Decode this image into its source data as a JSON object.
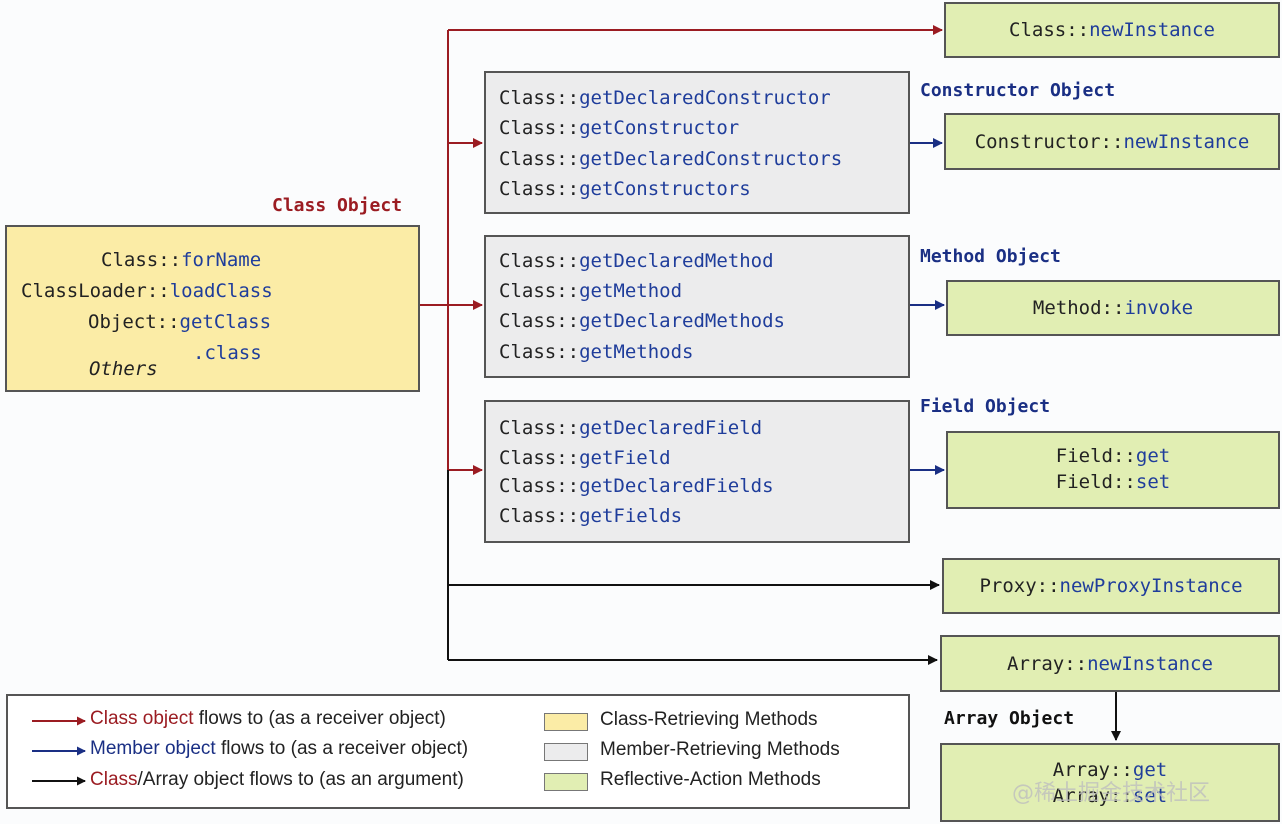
{
  "class_box": {
    "lines": [
      {
        "prefix": "Class::",
        "method": "forName"
      },
      {
        "prefix": "ClassLoader::",
        "method": "loadClass"
      },
      {
        "prefix": "Object::",
        "method": "getClass"
      },
      {
        "prefix": "",
        "method": ".class"
      }
    ],
    "others": "Others"
  },
  "labels": {
    "class_object": "Class Object",
    "constructor_object": "Constructor Object",
    "method_object": "Method Object",
    "field_object": "Field Object",
    "array_object": "Array Object"
  },
  "member_boxes": {
    "constructor": [
      {
        "prefix": "Class::",
        "method": "getDeclaredConstructor"
      },
      {
        "prefix": "Class::",
        "method": "getConstructor"
      },
      {
        "prefix": "Class::",
        "method": "getDeclaredConstructors"
      },
      {
        "prefix": "Class::",
        "method": "getConstructors"
      }
    ],
    "method": [
      {
        "prefix": "Class::",
        "method": "getDeclaredMethod"
      },
      {
        "prefix": "Class::",
        "method": "getMethod"
      },
      {
        "prefix": "Class::",
        "method": "getDeclaredMethods"
      },
      {
        "prefix": "Class::",
        "method": "getMethods"
      }
    ],
    "field": [
      {
        "prefix": "Class::",
        "method": "getDeclaredField"
      },
      {
        "prefix": "Class::",
        "method": "getField"
      },
      {
        "prefix": "Class::",
        "method": "getDeclaredFields"
      },
      {
        "prefix": "Class::",
        "method": "getFields"
      }
    ]
  },
  "action_boxes": {
    "class_new_instance": [
      {
        "prefix": "Class::",
        "method": "newInstance"
      }
    ],
    "constructor_new_instance": [
      {
        "prefix": "Constructor::",
        "method": "newInstance"
      }
    ],
    "method_invoke": [
      {
        "prefix": "Method::",
        "method": "invoke"
      }
    ],
    "field_get_set": [
      {
        "prefix": "Field::",
        "method": "get"
      },
      {
        "prefix": "Field::",
        "method": "set"
      }
    ],
    "proxy": [
      {
        "prefix": "Proxy::",
        "method": "newProxyInstance"
      }
    ],
    "array_new_instance": [
      {
        "prefix": "Array::",
        "method": "newInstance"
      }
    ],
    "array_get_set": [
      {
        "prefix": "Array::",
        "method": "get"
      },
      {
        "prefix": "Array::",
        "method": "set"
      }
    ]
  },
  "legend": {
    "arrows": [
      {
        "highlight": "Class object",
        "rest": " flows to (as a receiver object)",
        "color": "#9b1c22"
      },
      {
        "highlight": "Member object",
        "rest": " flows to (as a receiver object)",
        "color": "#1a2f84"
      },
      {
        "highlight": "Class",
        "mid": "/Array object",
        "rest": " flows to (as an argument)",
        "color": "#111111"
      }
    ],
    "swatches": [
      {
        "label": "Class-Retrieving Methods",
        "color": "#fbeca6"
      },
      {
        "label": "Member-Retrieving Methods",
        "color": "#ececed"
      },
      {
        "label": "Reflective-Action Methods",
        "color": "#e1eeb3"
      }
    ]
  },
  "watermark": "@稀土掘金技术社区",
  "colors": {
    "red": "#9b1c22",
    "navy": "#1a2f84",
    "black": "#111111"
  }
}
